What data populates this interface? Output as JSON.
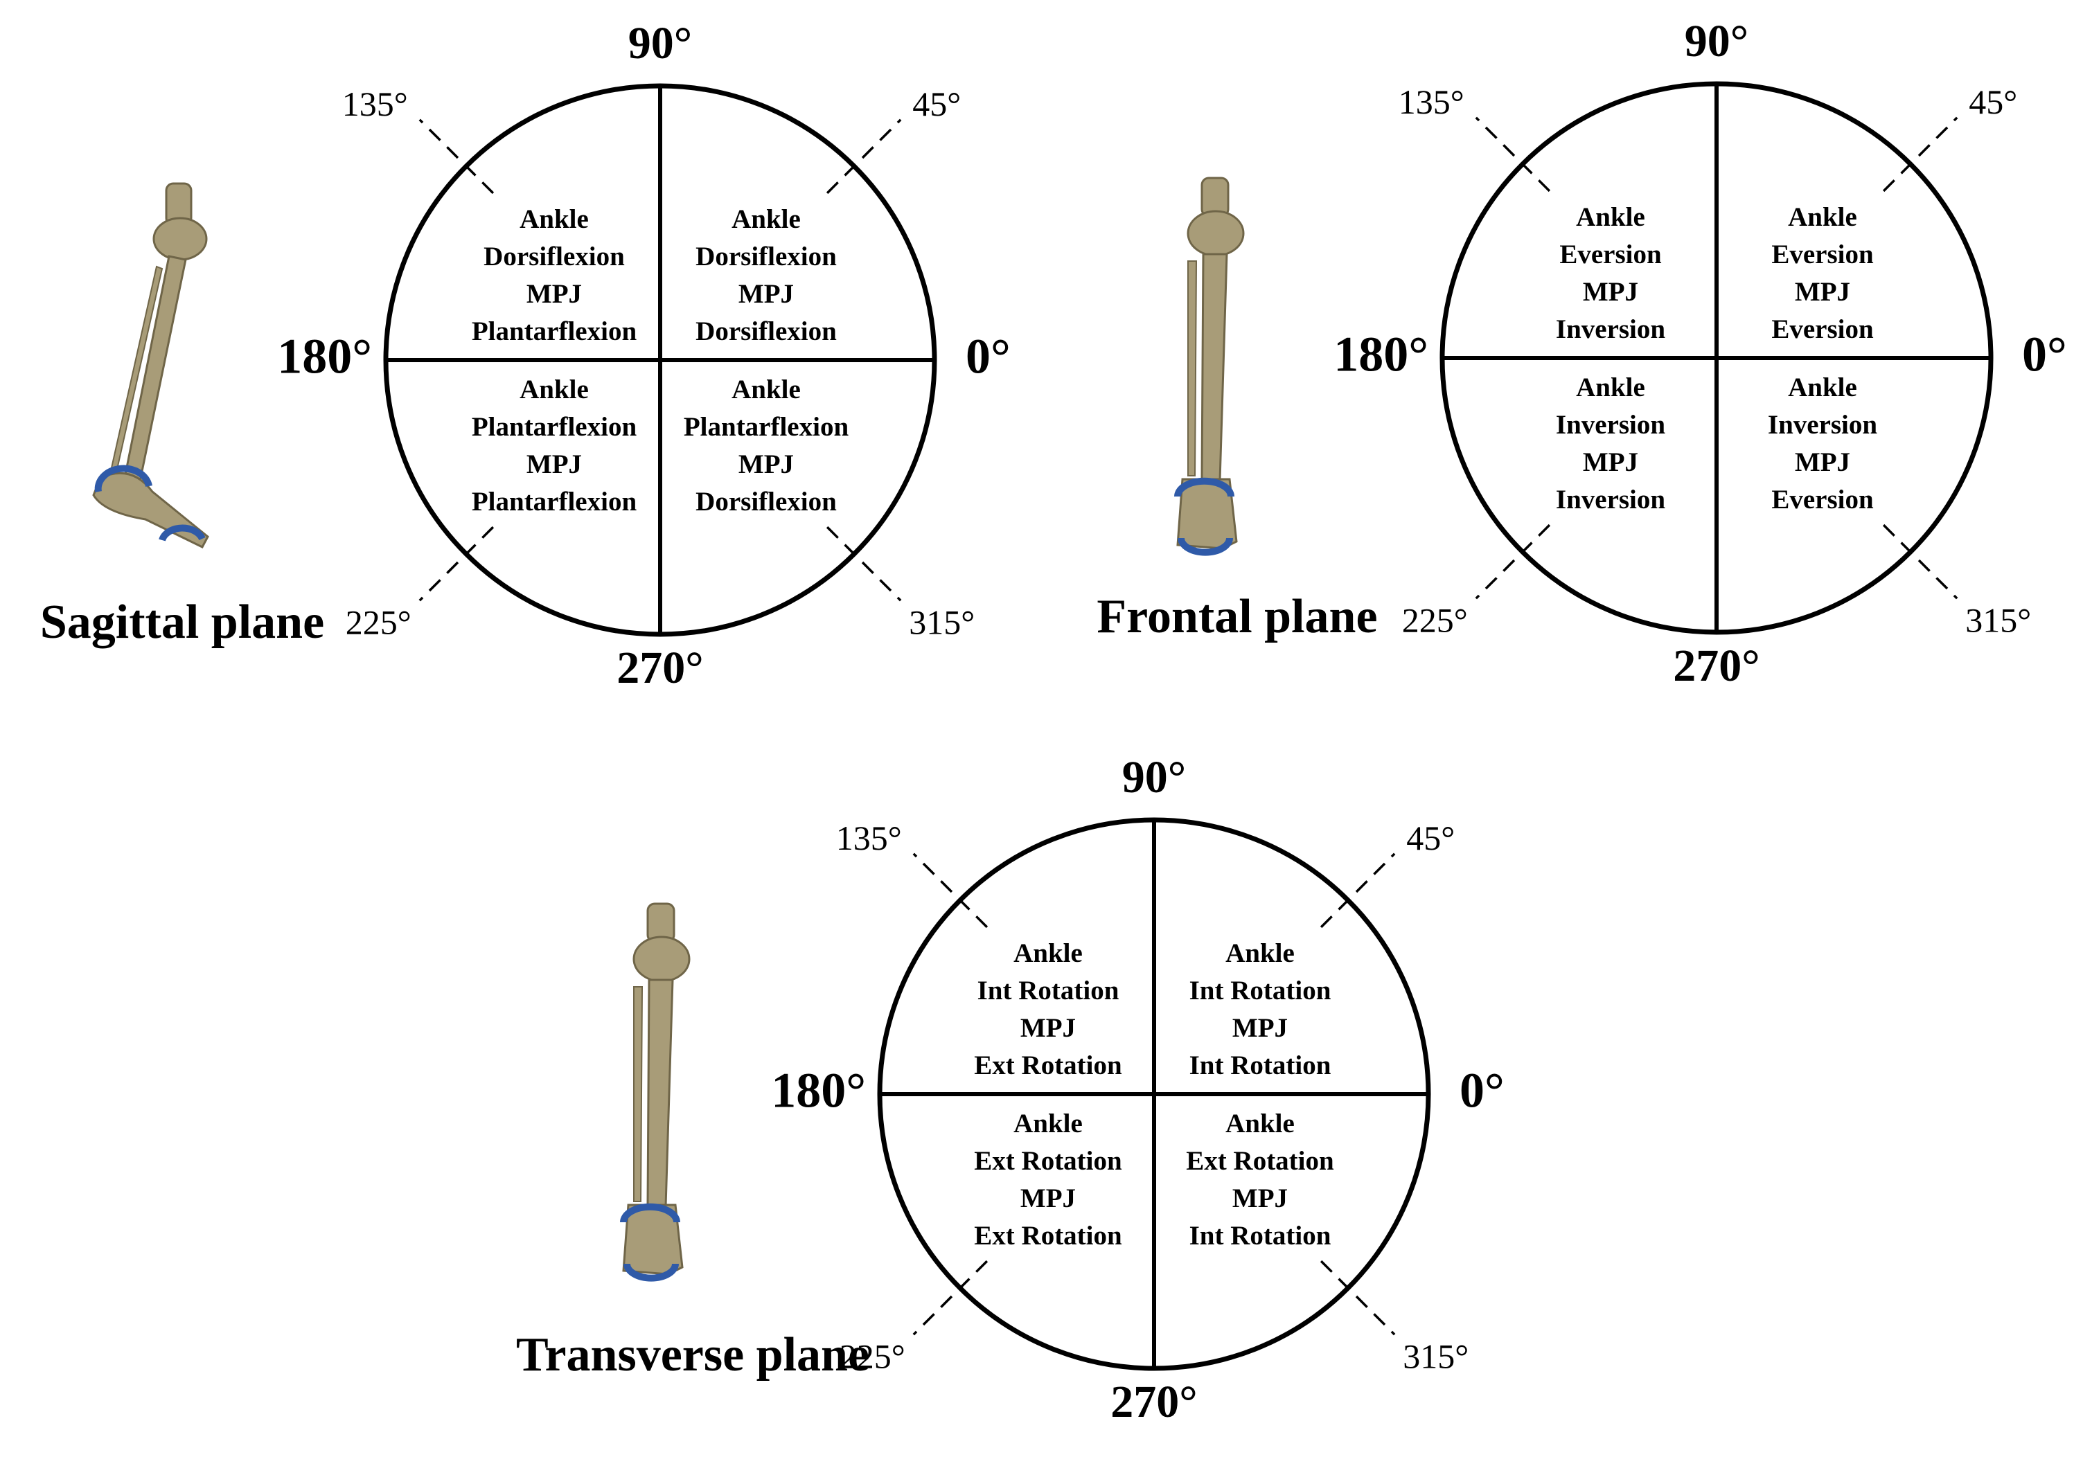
{
  "panels": [
    {
      "id": "sagittal",
      "plane_label": "Sagittal plane",
      "cardinal": {
        "top": "90°",
        "left": "180°",
        "right": "0°",
        "bottom": "270°"
      },
      "diagonal": {
        "ne": "45°",
        "nw": "135°",
        "sw": "225°",
        "se": "315°"
      },
      "quadrants": {
        "nw": [
          "Ankle",
          "Dorsiflexion",
          "MPJ",
          "Plantarflexion"
        ],
        "ne": [
          "Ankle",
          "Dorsiflexion",
          "MPJ",
          "Dorsiflexion"
        ],
        "sw": [
          "Ankle",
          "Plantarflexion",
          "MPJ",
          "Plantarflexion"
        ],
        "se": [
          "Ankle",
          "Plantarflexion",
          "MPJ",
          "Dorsiflexion"
        ]
      },
      "leg_view": "side"
    },
    {
      "id": "frontal",
      "plane_label": "Frontal plane",
      "cardinal": {
        "top": "90°",
        "left": "180°",
        "right": "0°",
        "bottom": "270°"
      },
      "diagonal": {
        "ne": "45°",
        "nw": "135°",
        "sw": "225°",
        "se": "315°"
      },
      "quadrants": {
        "nw": [
          "Ankle",
          "Eversion",
          "MPJ",
          "Inversion"
        ],
        "ne": [
          "Ankle",
          "Eversion",
          "MPJ",
          "Eversion"
        ],
        "sw": [
          "Ankle",
          "Inversion",
          "MPJ",
          "Inversion"
        ],
        "se": [
          "Ankle",
          "Inversion",
          "MPJ",
          "Eversion"
        ]
      },
      "leg_view": "front"
    },
    {
      "id": "transverse",
      "plane_label": "Transverse plane",
      "cardinal": {
        "top": "90°",
        "left": "180°",
        "right": "0°",
        "bottom": "270°"
      },
      "diagonal": {
        "ne": "45°",
        "nw": "135°",
        "sw": "225°",
        "se": "315°"
      },
      "quadrants": {
        "nw": [
          "Ankle",
          "Int Rotation",
          "MPJ",
          "Ext Rotation"
        ],
        "ne": [
          "Ankle",
          "Int Rotation",
          "MPJ",
          "Int Rotation"
        ],
        "sw": [
          "Ankle",
          "Ext Rotation",
          "MPJ",
          "Ext Rotation"
        ],
        "se": [
          "Ankle",
          "Ext Rotation",
          "MPJ",
          "Int Rotation"
        ]
      },
      "leg_view": "front"
    }
  ],
  "colors": {
    "ink": "#000000",
    "bone": "#a89c78",
    "bone_dark": "#6f6548",
    "arrow": "#2f5aa8"
  }
}
